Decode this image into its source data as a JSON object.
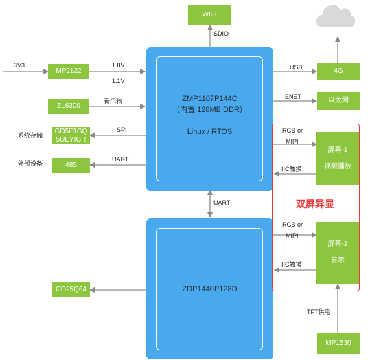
{
  "blocks": {
    "wifi": "WIFI",
    "mp2122": "MP2122",
    "zl6300": "ZL6300",
    "flash_line1": "GD5F1GQ",
    "flash_line2": "5UEYIGR",
    "rs485": "485",
    "gd25q64": "GD25Q64",
    "mp1530": "MP1530",
    "g4": "4G",
    "ethernet": "以太网",
    "screen1_line1": "屏幕-1",
    "screen1_line2": "视频播放",
    "screen2_line1": "屏幕-2",
    "screen2_line2": "显示"
  },
  "chips": {
    "main_line1": "ZMP1107P144C",
    "main_line2": "（内置 128MB DDR）",
    "main_line3": "Linux / RTOS",
    "second": "ZDP1440P128D"
  },
  "labels": {
    "v3v3": "3V3",
    "v18": "1.8V",
    "v11": "1.1V",
    "watchdog": "看门狗",
    "spi": "SPI",
    "uart_485": "UART",
    "uart_chip": "UART",
    "sdio": "SDIO",
    "usb": "USB",
    "enet": "ENET",
    "rgb1": "RGB or",
    "mipi1": "MIPI",
    "iic1": "IIC触摸",
    "rgb2": "RGB or",
    "mipi2": "MIPI",
    "iic2": "IIC触摸",
    "tft": "TFT供电",
    "storage": "系统存储",
    "peripheral": "外部设备"
  },
  "highlight": "双屏异显",
  "icons": {
    "cloud": "cloud-icon"
  },
  "colors": {
    "chip_blue": "#4aa8ec",
    "block_green": "#8cc63f",
    "highlight_red": "#e8393a",
    "cloud_gray": "#d9d9d9"
  }
}
